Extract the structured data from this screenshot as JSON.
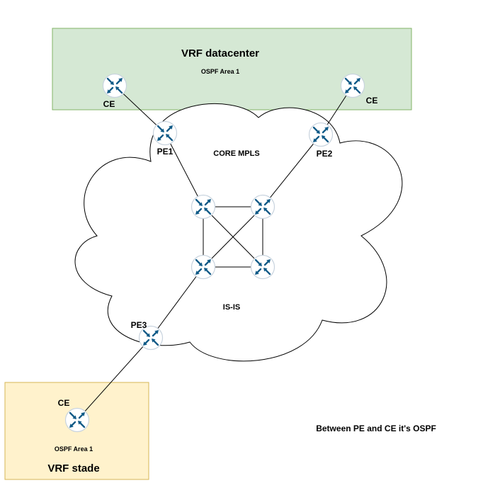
{
  "vrf_datacenter": {
    "title": "VRF datacenter",
    "subtitle": "OSPF Area 1",
    "ce_left": "CE",
    "ce_right": "CE"
  },
  "core": {
    "title": "CORE MPLS",
    "protocol": "IS-IS",
    "pe1": "PE1",
    "pe2": "PE2",
    "pe3": "PE3"
  },
  "vrf_stade": {
    "title": "VRF stade",
    "subtitle": "OSPF Area 1",
    "ce": "CE"
  },
  "note": "Between PE and CE it's OSPF",
  "colors": {
    "datacenter_fill": "#d5e8d4",
    "datacenter_border": "#82b366",
    "stade_fill": "#fff2cc",
    "stade_border": "#d6b656",
    "router_icon": "#0e5a87"
  },
  "icons": {
    "router": "router-icon"
  }
}
